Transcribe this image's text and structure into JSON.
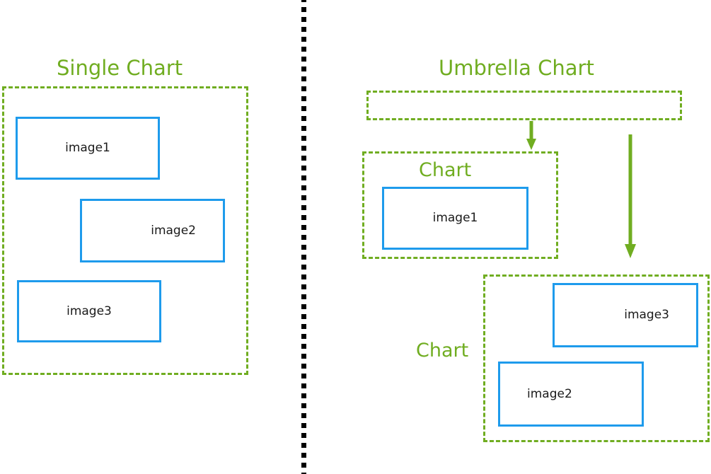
{
  "diagram": {
    "colors": {
      "green": "#70ad21",
      "blue": "#1e9bec",
      "divider": "#000000",
      "text": "#1a1a1a",
      "background": "#ffffff"
    },
    "left_panel": {
      "title": "Single Chart",
      "container_name": "single-chart-group",
      "boxes": [
        {
          "label": "image1"
        },
        {
          "label": "image2"
        },
        {
          "label": "image3"
        }
      ]
    },
    "right_panel": {
      "title": "Umbrella Chart",
      "umbrella_box_label": "",
      "chart_one": {
        "title": "Chart",
        "boxes": [
          {
            "label": "image1"
          }
        ]
      },
      "chart_two": {
        "title": "Chart",
        "boxes": [
          {
            "label": "image3"
          },
          {
            "label": "image2"
          }
        ]
      },
      "arrows": [
        {
          "name": "arrow-umbrella-to-chart-one",
          "direction": "down"
        },
        {
          "name": "arrow-umbrella-to-chart-two",
          "direction": "down"
        }
      ]
    }
  }
}
